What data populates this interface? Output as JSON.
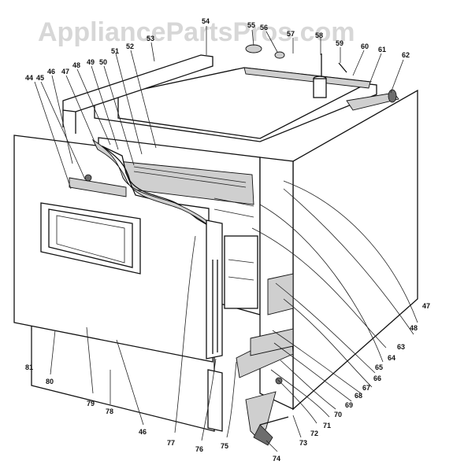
{
  "watermark": "AppliancePartsPros.com",
  "callouts": [
    "54",
    "55",
    "56",
    "57",
    "58",
    "59",
    "60",
    "61",
    "62",
    "53",
    "52",
    "51",
    "49",
    "48",
    "47",
    "46",
    "45",
    "44",
    "50",
    "47",
    "48",
    "63",
    "64",
    "65",
    "66",
    "67",
    "68",
    "69",
    "70",
    "71",
    "72",
    "73",
    "74",
    "75",
    "76",
    "77",
    "46",
    "78",
    "79",
    "80",
    "81"
  ]
}
